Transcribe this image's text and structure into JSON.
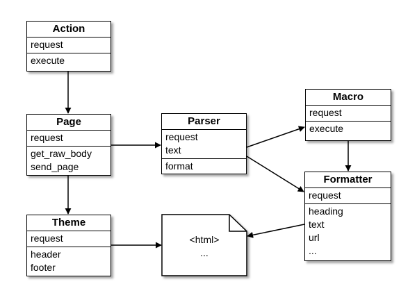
{
  "classes": {
    "action": {
      "title": "Action",
      "sections": [
        [
          "request"
        ],
        [
          "execute"
        ]
      ]
    },
    "page": {
      "title": "Page",
      "sections": [
        [
          "request"
        ],
        [
          "get_raw_body",
          "send_page"
        ]
      ]
    },
    "parser": {
      "title": "Parser",
      "sections": [
        [
          "request",
          "text"
        ],
        [
          "format"
        ]
      ]
    },
    "macro": {
      "title": "Macro",
      "sections": [
        [
          "request"
        ],
        [
          "execute"
        ]
      ]
    },
    "formatter": {
      "title": "Formatter",
      "sections": [
        [
          "request"
        ],
        [
          "heading",
          "text",
          "url",
          "..."
        ]
      ]
    },
    "theme": {
      "title": "Theme",
      "sections": [
        [
          "request"
        ],
        [
          "header",
          "footer"
        ]
      ]
    }
  },
  "document": {
    "lines": [
      "<html>",
      "..."
    ]
  },
  "edges": [
    {
      "from": "Action",
      "to": "Page"
    },
    {
      "from": "Page",
      "to": "Parser"
    },
    {
      "from": "Page",
      "to": "Theme"
    },
    {
      "from": "Parser",
      "to": "Macro"
    },
    {
      "from": "Parser",
      "to": "Formatter"
    },
    {
      "from": "Macro",
      "to": "Formatter"
    },
    {
      "from": "Formatter",
      "to": "<html> document"
    },
    {
      "from": "Theme",
      "to": "<html> document"
    }
  ]
}
